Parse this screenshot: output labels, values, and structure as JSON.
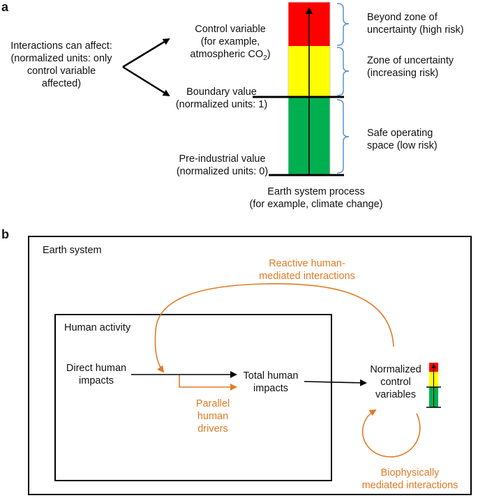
{
  "colors": {
    "high_risk": "#ff0000",
    "increasing_risk": "#ffff00",
    "safe": "#00b050",
    "brace": "#5b8fc9",
    "orange": "#e07b25",
    "black": "#000000"
  },
  "panel_a": {
    "label": "a",
    "interactions_text": "Interactions can affect:\n(normalized units: only\ncontrol variable\naffected)",
    "control_variable_text": "Control variable\n(for example,\natmospheric CO",
    "co2_subscript": "2",
    "co2_close": ")",
    "boundary_value_text": "Boundary value\n(normalized units: 1)",
    "preindustrial_value_text": "Pre-industrial value\n(normalized units: 0)",
    "earth_process_text": "Earth system process\n(for example, climate change)",
    "zones": [
      {
        "text": "Beyond zone of\nuncertainty (high risk)",
        "color": "#ff0000"
      },
      {
        "text": "Zone of uncertainty\n(increasing risk)",
        "color": "#ffff00"
      },
      {
        "text": "Safe operating\nspace (low risk)",
        "color": "#00b050"
      }
    ]
  },
  "panel_b": {
    "label": "b",
    "earth_system_title": "Earth system",
    "human_activity_title": "Human activity",
    "direct_impacts_text": "Direct human\nimpacts",
    "total_impacts_text": "Total human\nimpacts",
    "normalized_text": "Normalized\ncontrol\nvariables",
    "reactive_text": "Reactive human-\nmediated interactions",
    "parallel_text": "Parallel\nhuman\ndrivers",
    "biophysical_text": "Biophysically\nmediated interactions"
  }
}
